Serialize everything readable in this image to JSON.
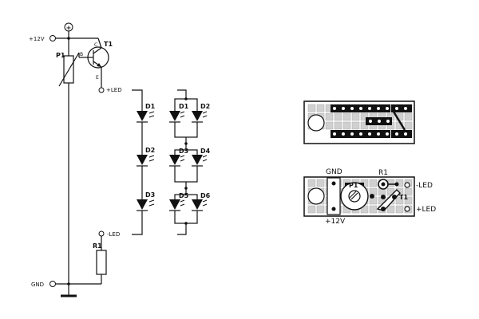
{
  "schematic": {
    "plus_symbol": "+",
    "supply_label": "+12V",
    "ground_label": "GND",
    "pot_label": "P1",
    "transistor_label": "T1",
    "pin_c": "C",
    "pin_b": "B",
    "pin_e": "E",
    "led_plus": "+LED",
    "led_minus": "-LED",
    "resistor_label": "R1",
    "chain_a": [
      "D1",
      "D2",
      "D3"
    ],
    "chain_b": [
      "D1",
      "D2",
      "D3",
      "D4",
      "D5",
      "D6"
    ]
  },
  "pcb": {
    "gnd": "GND",
    "p1": "P1",
    "r1": "R1",
    "t1": "T1",
    "minus_led": "-LED",
    "plus_led": "+LED",
    "plus_12v": "+12V"
  }
}
